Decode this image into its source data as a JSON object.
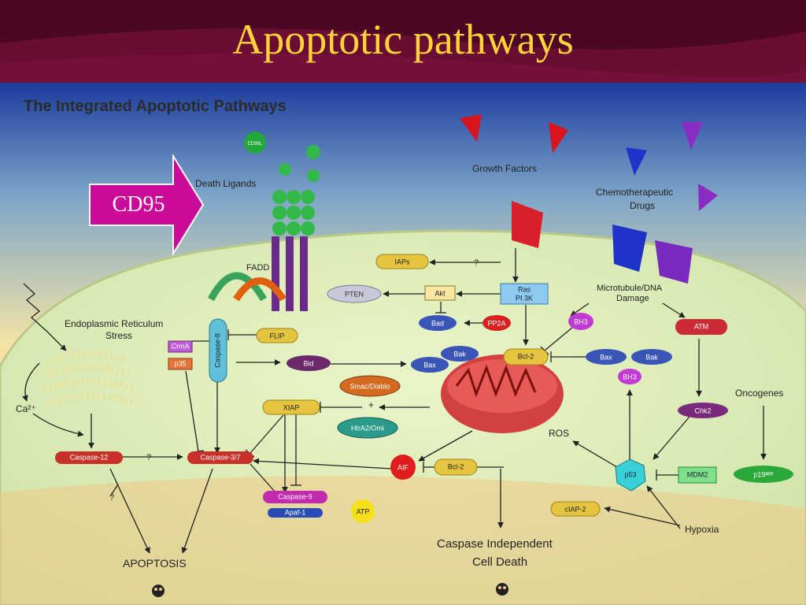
{
  "slide": {
    "title": "Apoptotic pathways",
    "callout": "CD95"
  },
  "figure": {
    "title": "The Integrated Apoptotic Pathways",
    "labels": {
      "death_ligands": "Death Ligands",
      "growth_factors": "Growth Factors",
      "chemo": [
        "Chemotherapeutic",
        "Drugs"
      ],
      "fadd": "FADD",
      "er_stress": [
        "Endoplasmic Reticulum",
        "Stress"
      ],
      "calcium": "Ca²⁺",
      "microtubule": [
        "Microtubule/DNA",
        "Damage"
      ],
      "oncogenes": "Oncogenes",
      "ros": "ROS",
      "hypoxia": "Hypoxia",
      "apoptosis": "APOPTOSIS",
      "caspase_independent": [
        "Caspase Independent",
        "Cell Death"
      ],
      "question1": "?",
      "question2": "?",
      "question3": "?",
      "plus": "+"
    },
    "nodes": {
      "cd95l": "CD95L",
      "iaps": "IAPs",
      "pten": "PTEN",
      "akt": "Akt",
      "ras_pi3k": [
        "Ras",
        "PI 3K"
      ],
      "bad": "Bad",
      "pp2a": "PP2A",
      "bh3_top": "BH3",
      "atm": "ATM",
      "flip": "FLIP",
      "caspase8": "Caspase-8",
      "crma": "CrmA",
      "p35": "p35",
      "bid": "Bid",
      "bax_left": "Bax",
      "bak_left": "Bak",
      "bcl2_top": "Bcl-2",
      "bax_right": "Bax",
      "bak_right": "Bak",
      "bh3_right": "BH3",
      "smac": "Smac/Diablo",
      "htra2": "HtrA2/Omi",
      "xiap": "XIAP",
      "chk2": "Chk2",
      "caspase12": "Caspase-12",
      "caspase37": "Caspase-3/7",
      "aif": "AIF",
      "bcl2_bottom": "Bcl-2",
      "p53": "p53",
      "mdm2": "MDM2",
      "p19arf": "p19ᴬᴿᶠ",
      "caspase9": "Caspase-9",
      "apaf1": "Apaf-1",
      "atp": "ATP",
      "ciap2": "cIAP-2"
    }
  },
  "colors": {
    "title_band": "#5a0b2c",
    "title_text": "#ffd23a",
    "callout": "#cc0a99",
    "cell": "#d9ecb8",
    "sky_top": "#1a3fa0",
    "sky_bottom": "#f6c78a"
  }
}
